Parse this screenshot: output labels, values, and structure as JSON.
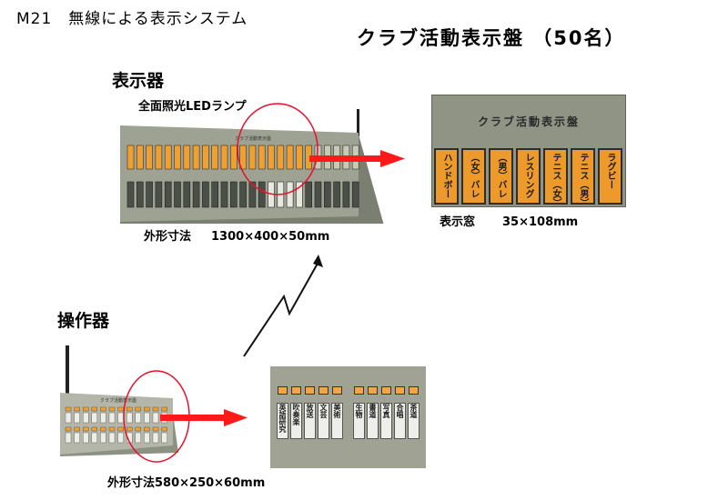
{
  "header": {
    "model_line": "M21　無線による表示システム",
    "headline": "クラブ活動表示盤 （50名）"
  },
  "display_unit": {
    "heading": "表示器",
    "led_label": "全面照光LEDランプ",
    "dimension_label": "外形寸法",
    "dimension_value": "1300×400×50mm",
    "panel_title": "クラブ活動表示盤"
  },
  "display_window": {
    "label": "表示窓",
    "size": "35×108mm",
    "windows": [
      "ハンドボール",
      "（女）バレーボール",
      "（男）バレーボール",
      "レスリング",
      "テニス（女）",
      "テニス（男）",
      "ラグビー"
    ]
  },
  "operation_unit": {
    "heading": "操作器",
    "dimension_text": "外形寸法580×250×60mm",
    "panel_title": "クラブ活動表示盤",
    "keys": [
      "英語研究",
      "吹奏楽",
      "放送",
      "文芸",
      "美術",
      "生物",
      "書道",
      "写真",
      "合唱",
      "茶道"
    ]
  },
  "colors": {
    "arrow": "#ff1a1a",
    "circle": "#e8102a",
    "led_lit": "#f0a030",
    "panel": "#8c9082"
  }
}
